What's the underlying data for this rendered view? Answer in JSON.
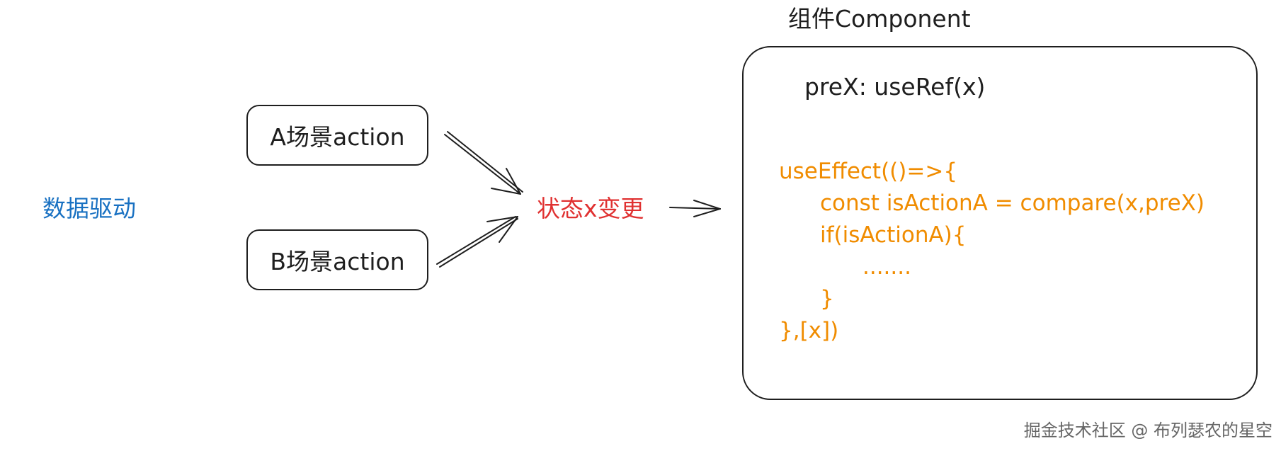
{
  "left_label": "数据驱动",
  "nodes": {
    "a": "A场景action",
    "b": "B场景action"
  },
  "state_label": "状态x变更",
  "component": {
    "title": "组件Component",
    "ref_line": "preX: useRef(x)",
    "code_lines": [
      "useEffect(()=>{",
      "const isActionA = compare(x,preX)",
      "if(isActionA){",
      ".......",
      "}",
      "},[x])"
    ]
  },
  "watermark": "掘金技术社区 @ 布列瑟农的星空",
  "colors": {
    "left_label": "#1971c2",
    "state_label": "#e03131",
    "code": "#f08c00",
    "stroke": "#1e1e1e"
  }
}
